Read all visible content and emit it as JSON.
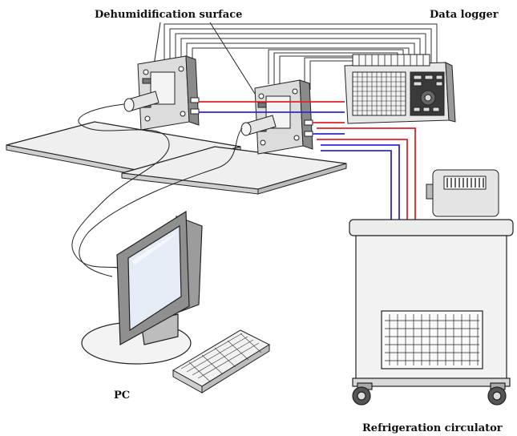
{
  "labels": {
    "dehumidification_surface": "Dehumidification surface",
    "data_logger": "Data logger",
    "pc": "PC",
    "refrigeration_circulator": "Refrigeration circulator"
  },
  "colors": {
    "hot_line": "#e0202a",
    "cold_line": "#2a2ad0",
    "outline": "#222222",
    "panel_fill": "#d9d9d9",
    "screen_fill": "#e6ecf6"
  }
}
